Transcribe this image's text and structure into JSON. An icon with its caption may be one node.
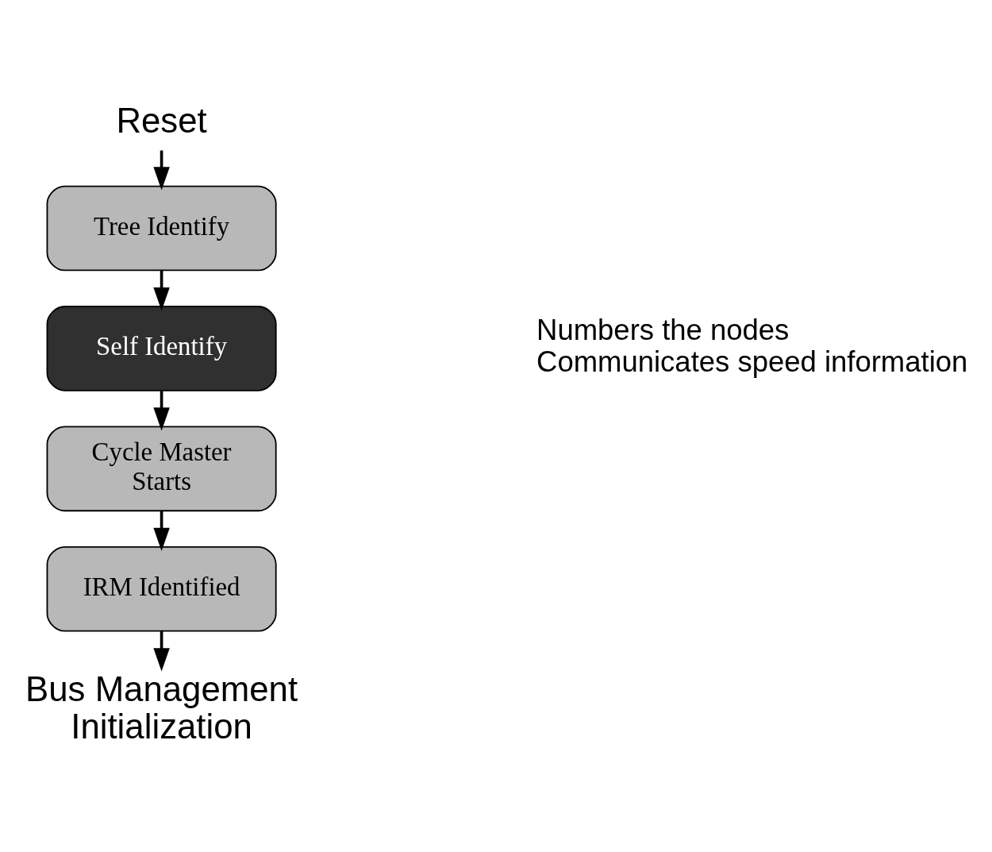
{
  "diagram": {
    "nodes": [
      {
        "text": [
          "Reset"
        ]
      },
      {
        "text": [
          "Tree Identify"
        ]
      },
      {
        "text": [
          "Self Identify"
        ],
        "beside": [
          "Numbers the nodes",
          "Communicates speed information"
        ]
      },
      {
        "text": [
          "Cycle Master Starts"
        ]
      },
      {
        "text": [
          "IRM Identified"
        ]
      },
      {
        "text": [
          "Bus Management Initialization"
        ]
      }
    ],
    "edges": [
      {
        "from": 0,
        "to": 1,
        "arrow": "to"
      },
      {
        "from": 1,
        "to": 2,
        "arrow": "to"
      },
      {
        "from": 2,
        "to": 3,
        "arrow": "to"
      },
      {
        "from": 3,
        "to": 4,
        "arrow": "to"
      },
      {
        "from": 4,
        "to": 5,
        "arrow": "to"
      }
    ]
  }
}
